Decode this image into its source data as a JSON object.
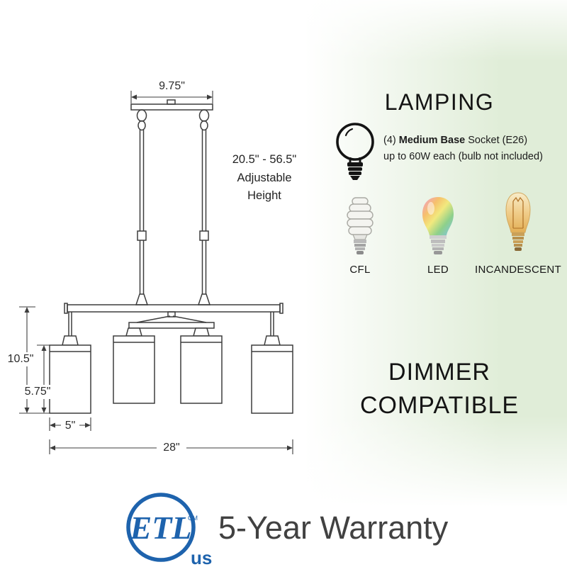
{
  "colors": {
    "line": "#3d3d3d",
    "green_accent": "#e0edd8",
    "etl_blue": "#1e63ad",
    "warranty_gray": "#414141"
  },
  "diagram": {
    "canopy_width": "9.75\"",
    "height_range": "20.5\" - 56.5\"",
    "height_label_line1": "Adjustable",
    "height_label_line2": "Height",
    "fixture_height": "10.5\"",
    "shade_height": "5.75\"",
    "shade_width": "5\"",
    "total_width": "28\""
  },
  "lamping": {
    "title": "LAMPING",
    "socket_prefix": "(4) ",
    "socket_bold": "Medium Base",
    "socket_suffix": " Socket (E26)",
    "socket_line2": "up to 60W each (bulb not included)",
    "bulbs": [
      {
        "label": "CFL"
      },
      {
        "label": "LED"
      },
      {
        "label": "INCANDESCENT"
      }
    ]
  },
  "dimmer": {
    "line1": "DIMMER",
    "line2": "COMPATIBLE"
  },
  "footer": {
    "warranty": "5-Year Warranty",
    "etl": "ETL",
    "etl_cm": "CM",
    "etl_us": "us"
  }
}
